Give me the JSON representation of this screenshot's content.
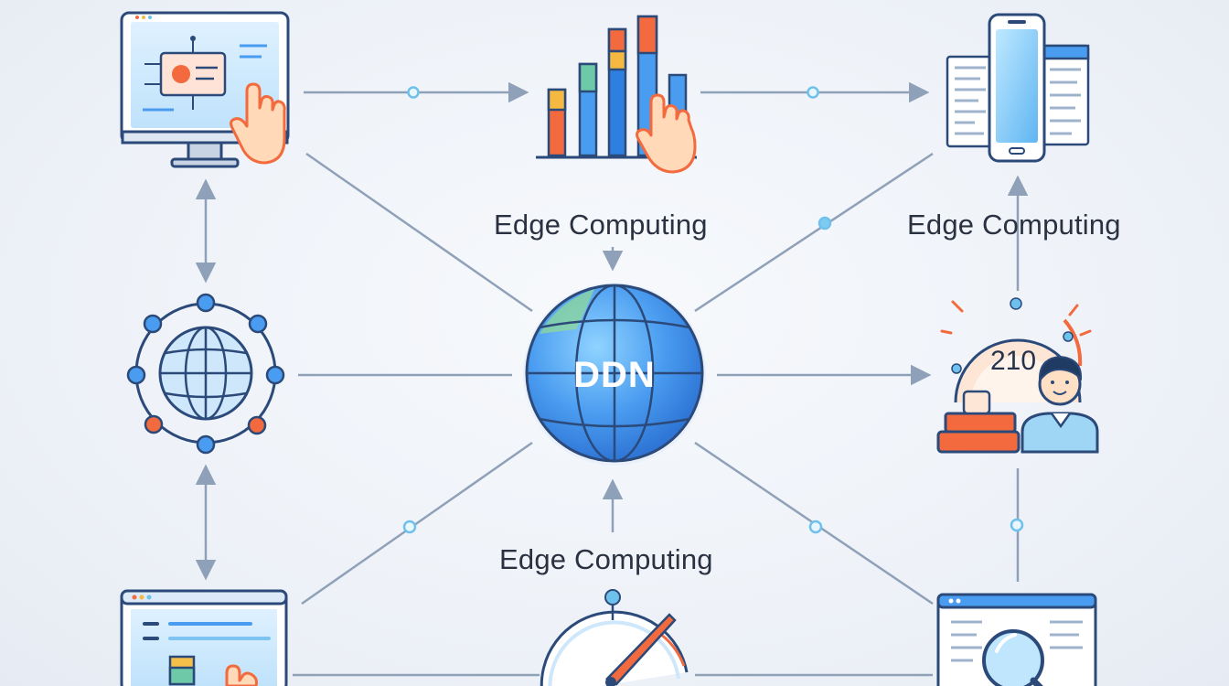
{
  "diagram": {
    "hub_label": "DDN",
    "edge_labels": {
      "top_center": "Edge Computing",
      "top_right": "Edge Computing",
      "bottom_center": "Edge Computing"
    },
    "gauge_value": "210"
  },
  "colors": {
    "background": "#eef2f8",
    "line": "#8fa1b8",
    "node_dot": "#6ec1ec",
    "accent_orange": "#f26a3d",
    "globe_blue": "#3f8fe6"
  },
  "icons": [
    "monitor-cursor-icon",
    "bar-chart-hand-icon",
    "mobile-documents-icon",
    "network-globe-icon",
    "ddn-globe-icon",
    "gauge-person-icon",
    "dashboard-chart-icon",
    "speedometer-icon",
    "magnifier-document-icon"
  ]
}
